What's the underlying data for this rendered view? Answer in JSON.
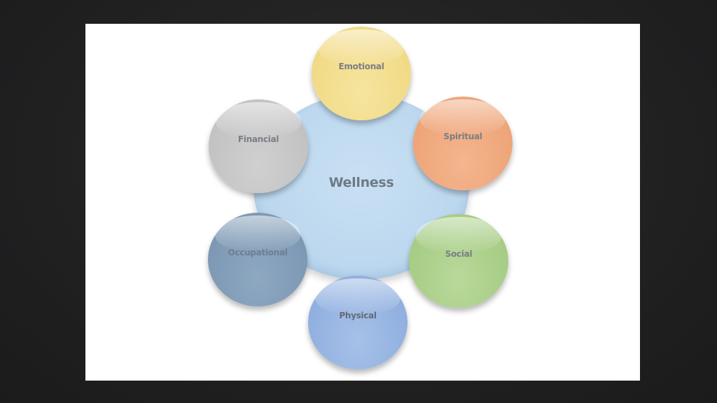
{
  "diagram": {
    "center": {
      "label": "Wellness",
      "color": "#bad6ee"
    },
    "petals": [
      {
        "id": "emotional",
        "label": "Emotional",
        "color": "#f1da85"
      },
      {
        "id": "spiritual",
        "label": "Spiritual",
        "color": "#eea478"
      },
      {
        "id": "social",
        "label": "Social",
        "color": "#a6cc84"
      },
      {
        "id": "physical",
        "label": "Physical",
        "color": "#90afdf"
      },
      {
        "id": "occupational",
        "label": "Occupational",
        "color": "#7d98b3"
      },
      {
        "id": "financial",
        "label": "Financial",
        "color": "#c2c2c2"
      }
    ]
  },
  "colors": {
    "background": "#222223",
    "slide": "#ffffff"
  }
}
